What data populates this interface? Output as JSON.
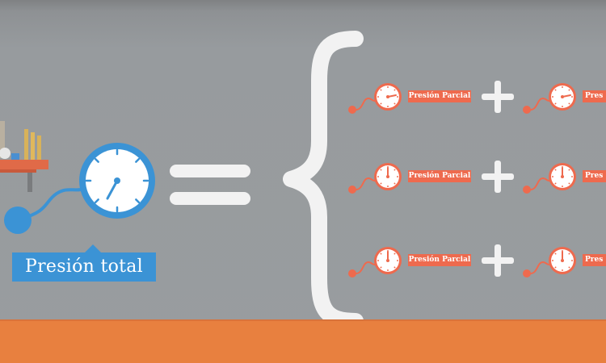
{
  "total_gauge": {
    "label": "Presión total",
    "color": "#3b93d5"
  },
  "partial_gauges": {
    "label": "Presión Parcial",
    "rows": [
      {
        "left_label": "Presión Parcial",
        "right_label": "Pres"
      },
      {
        "left_label": "Presión Parcial",
        "right_label": "Pres"
      },
      {
        "left_label": "Presión Parcial",
        "right_label": "Pres"
      }
    ],
    "color": "#ee6a4e"
  },
  "colors": {
    "background": "#979b9e",
    "floor": "#e8803f",
    "symbols": "#f2f2f2"
  },
  "icons": [
    "lab-shelf-icon",
    "pressure-gauge-icon",
    "equals-sign-icon",
    "curly-brace-icon",
    "plus-sign-icon"
  ]
}
